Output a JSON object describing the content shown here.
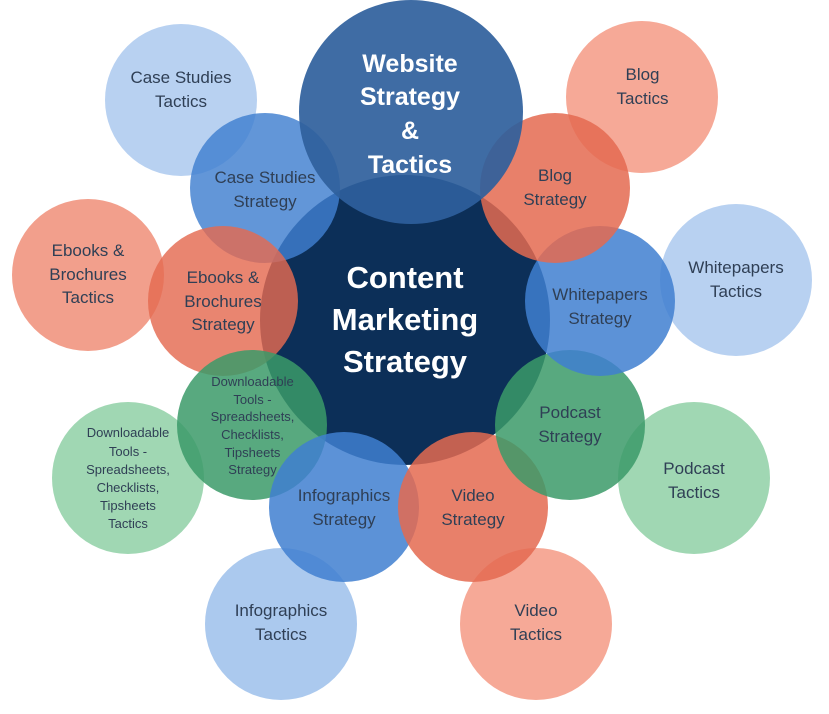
{
  "diagram": {
    "colors": {
      "center": "#0c2f58",
      "website": "#2f5f9c",
      "salmon": "#e8765d",
      "salmon_light": "#f59a85",
      "blue": "#3f7fd0",
      "blue_light": "#9cbfeb",
      "green": "#49a474",
      "green_light": "#8fd0a6"
    },
    "center": {
      "label": "Content\nMarketing\nStrategy"
    },
    "top": {
      "label": "Website\nStrategy\n&\nTactics"
    },
    "strategies": [
      {
        "id": "blog",
        "label": "Blog\nStrategy"
      },
      {
        "id": "whitepapers",
        "label": "Whitepapers\nStrategy"
      },
      {
        "id": "podcast",
        "label": "Podcast\nStrategy"
      },
      {
        "id": "video",
        "label": "Video\nStrategy"
      },
      {
        "id": "infographics",
        "label": "Infographics\nStrategy"
      },
      {
        "id": "downloadable",
        "label": "Downloadable\nTools -\nSpreadsheets,\nChecklists,\nTipsheets\nStrategy"
      },
      {
        "id": "ebooks",
        "label": "Ebooks &\nBrochures\nStrategy"
      },
      {
        "id": "case-studies",
        "label": "Case Studies\nStrategy"
      }
    ],
    "tactics": [
      {
        "id": "blog",
        "label": "Blog\nTactics"
      },
      {
        "id": "whitepapers",
        "label": "Whitepapers\nTactics"
      },
      {
        "id": "podcast",
        "label": "Podcast\nTactics"
      },
      {
        "id": "video",
        "label": "Video\nTactics"
      },
      {
        "id": "infographics",
        "label": "Infographics\nTactics"
      },
      {
        "id": "downloadable",
        "label": "Downloadable\nTools -\nSpreadsheets,\nChecklists,\nTipsheets\nTactics"
      },
      {
        "id": "ebooks",
        "label": "Ebooks &\nBrochures\nTactics"
      },
      {
        "id": "case-studies",
        "label": "Case Studies\nTactics"
      }
    ]
  }
}
